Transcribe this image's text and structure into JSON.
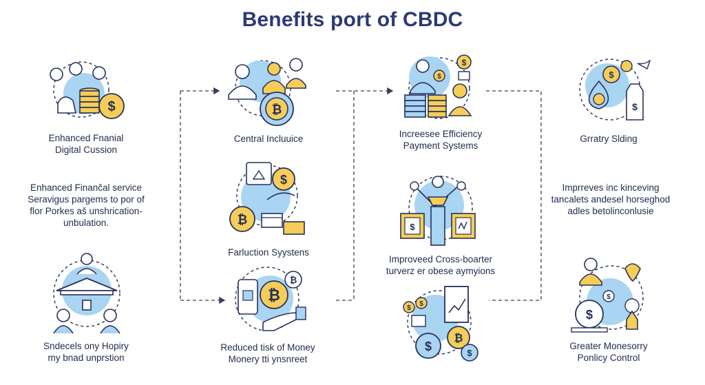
{
  "title": "Benefits port of CBDC",
  "colors": {
    "navy": "#2c3a73",
    "ink": "#26305c",
    "light_blue": "#a9d4f2",
    "gold": "#f6cd57",
    "gold_dark": "#e8b23a",
    "dash": "#3a3f58"
  },
  "nodes": {
    "enhanced_financial_inclusion": {
      "icon": "coins-database-people-icon",
      "lines": [
        "Enhanced Fnanial",
        "Digital Cussion"
      ]
    },
    "enhanced_financial_service": {
      "lines": [
        "Enhanced Finančal service",
        "Seravigus pargems to por of",
        "flor Porkes aš unshrication-",
        "unbulation."
      ]
    },
    "smaller_business": {
      "icon": "bank-people-icon",
      "lines": [
        "Sndecels ony Hopiry",
        "my bnad unprstion"
      ]
    },
    "central_inclusion": {
      "icon": "bitcoin-officials-icon",
      "lines": [
        "Central Incluuice"
      ]
    },
    "fraud_reduction": {
      "icon": "bitcoin-hand-device-icon",
      "lines": [
        "Farluction Syystens"
      ]
    },
    "reduced_risk": {
      "icon": "phone-bitcoin-hand-icon",
      "lines": [
        "Reduced tisk of Money",
        "Monery tti ynsnreet"
      ]
    },
    "increased_efficiency": {
      "icon": "payment-people-icon",
      "lines": [
        "Increesee Efficiency",
        "Payment Systems"
      ]
    },
    "cross_border": {
      "icon": "cross-border-screens-icon",
      "lines": [
        "Improveed Cross-boarter",
        "turverz er obese aymyions"
      ]
    },
    "growth_chart": {
      "icon": "chart-coins-icon",
      "lines": []
    },
    "greater_savings": {
      "icon": "money-bags-icon",
      "lines": [
        "Grratry Slding"
      ]
    },
    "improves_tracking": {
      "lines": [
        "Imprreves inc kinceving",
        "tancalets andesel horseghod",
        "adles betolinconlusie"
      ]
    },
    "monetary_policy": {
      "icon": "policy-control-icon",
      "lines": [
        "Greater Monesorry",
        "Ponlicy Control"
      ]
    }
  }
}
